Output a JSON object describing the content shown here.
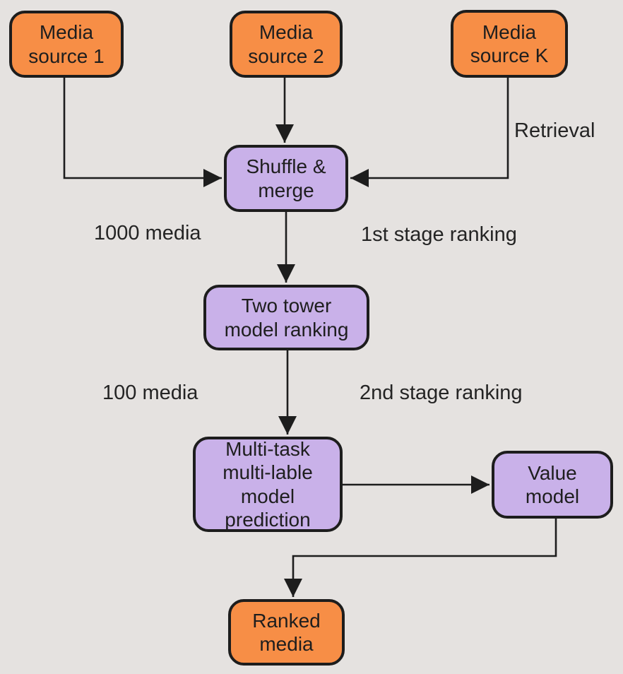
{
  "diagram": {
    "type": "flowchart",
    "colors": {
      "background": "#E5E2E0",
      "source_node_fill": "#F78E46",
      "process_node_fill": "#C9B1E9",
      "stroke": "#1D1D1D",
      "text": "#1E1E1E"
    },
    "nodes": {
      "media_source_1": {
        "label": "Media\nsource 1",
        "kind": "source"
      },
      "media_source_2": {
        "label": "Media\nsource 2",
        "kind": "source"
      },
      "media_source_k": {
        "label": "Media\nsource K",
        "kind": "source"
      },
      "shuffle_merge": {
        "label": "Shuffle &\nmerge",
        "kind": "process"
      },
      "two_tower": {
        "label": "Two tower\nmodel ranking",
        "kind": "process"
      },
      "multi_task": {
        "label": "Multi-task\nmulti-lable model\nprediction",
        "kind": "process"
      },
      "value_model": {
        "label": "Value\nmodel",
        "kind": "process"
      },
      "ranked_media": {
        "label": "Ranked\nmedia",
        "kind": "source"
      }
    },
    "edge_labels": {
      "retrieval": "Retrieval",
      "count_1000": "1000 media",
      "stage_1": "1st stage ranking",
      "count_100": "100 media",
      "stage_2": "2nd stage ranking"
    },
    "edges": [
      {
        "from": "media_source_1",
        "to": "shuffle_merge"
      },
      {
        "from": "media_source_2",
        "to": "shuffle_merge"
      },
      {
        "from": "media_source_k",
        "to": "shuffle_merge",
        "label": "Retrieval"
      },
      {
        "from": "shuffle_merge",
        "to": "two_tower"
      },
      {
        "from": "two_tower",
        "to": "multi_task"
      },
      {
        "from": "multi_task",
        "to": "value_model"
      },
      {
        "from": "value_model",
        "to": "ranked_media"
      }
    ]
  }
}
